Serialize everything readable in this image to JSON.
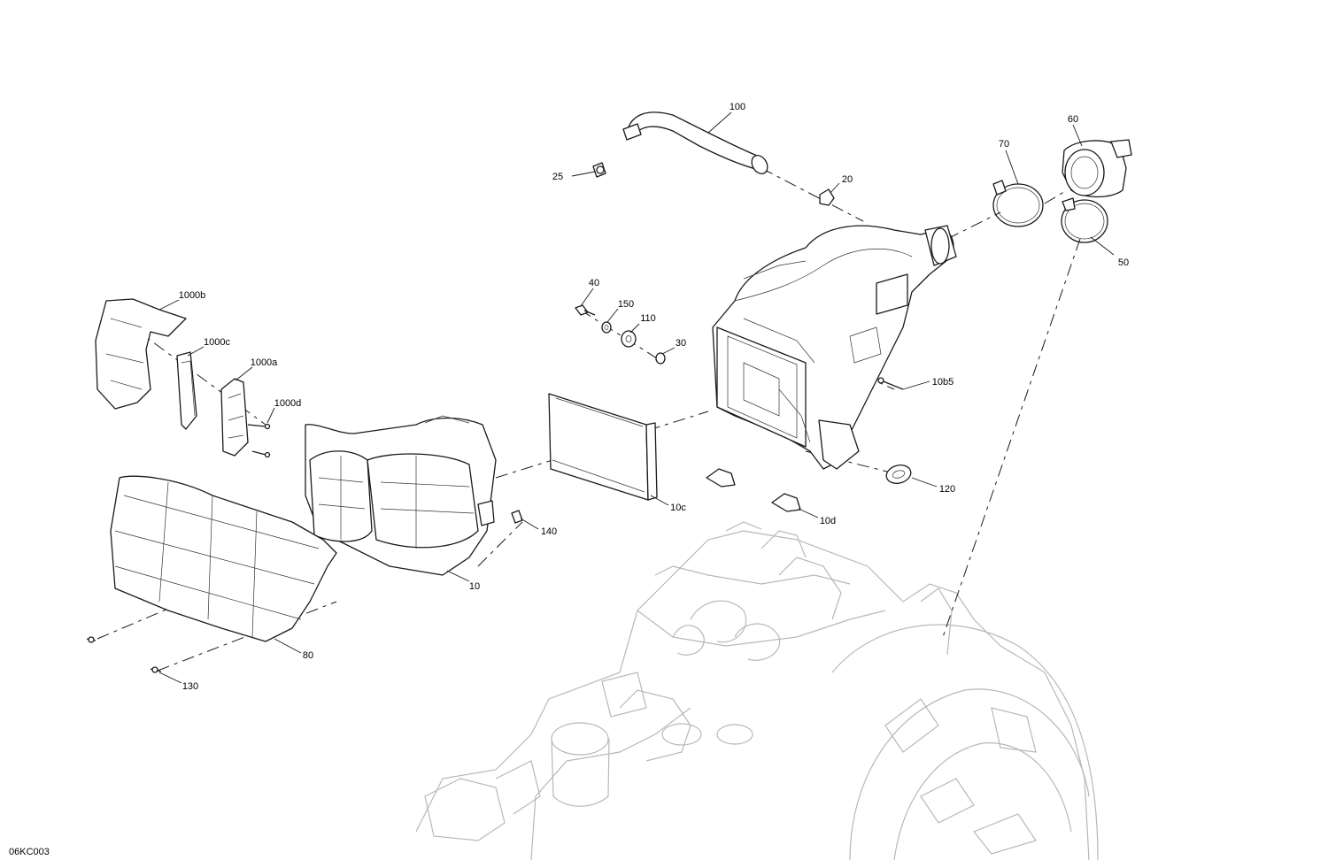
{
  "drawing_code": "06KC003",
  "callouts": {
    "p100": "100",
    "p60": "60",
    "p70": "70",
    "p25": "25",
    "p20": "20",
    "p50": "50",
    "p1000b": "1000b",
    "p40": "40",
    "p150": "150",
    "p1000c": "1000c",
    "p110": "110",
    "p30": "30",
    "p1000a": "1000a",
    "p10b5": "10b5",
    "p1000d": "1000d",
    "p120": "120",
    "p10c": "10c",
    "p10d": "10d",
    "p140": "140",
    "p10": "10",
    "p80": "80",
    "p130": "130"
  },
  "colors": {
    "line": "#1a1a1a",
    "engine": "#b8b8b8",
    "background": "#ffffff"
  }
}
